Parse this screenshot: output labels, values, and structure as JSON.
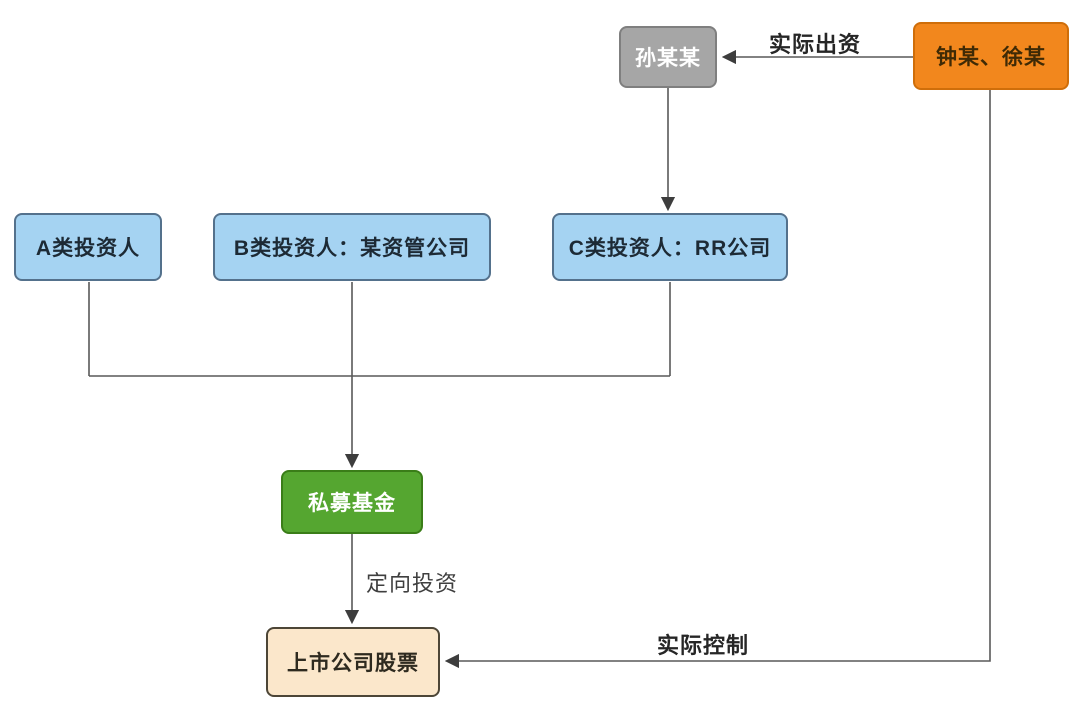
{
  "diagram": {
    "background": "#ffffff",
    "line_color": "#595959",
    "arrow_color": "#3d3d3d",
    "nodes": {
      "sun": {
        "label": "孙某某",
        "fill": "#a6a6a6",
        "border": "#7f7f7f",
        "text": "#ffffff"
      },
      "zhong_xu": {
        "label": "钟某、徐某",
        "fill": "#f2871d",
        "border": "#cf6e0a",
        "text": "#3f2a05"
      },
      "investor_a": {
        "label": "A类投资人",
        "fill": "#a5d3f2",
        "border": "#54718c",
        "text": "#1d2a35"
      },
      "investor_b": {
        "label": "B类投资人：某资管公司",
        "fill": "#a5d3f2",
        "border": "#54718c",
        "text": "#1d2a35"
      },
      "investor_c": {
        "label": "C类投资人：RR公司",
        "fill": "#a5d3f2",
        "border": "#54718c",
        "text": "#1d2a35"
      },
      "fund": {
        "label": "私募基金",
        "fill": "#55a630",
        "border": "#3a7d18",
        "text": "#ffffff"
      },
      "stock": {
        "label": "上市公司股票",
        "fill": "#fbe7cb",
        "border": "#4d4637",
        "text": "#2e2a1f"
      }
    },
    "edge_labels": {
      "actual_funding": "实际出资",
      "directed_investment": "定向投资",
      "actual_control": "实际控制"
    }
  }
}
